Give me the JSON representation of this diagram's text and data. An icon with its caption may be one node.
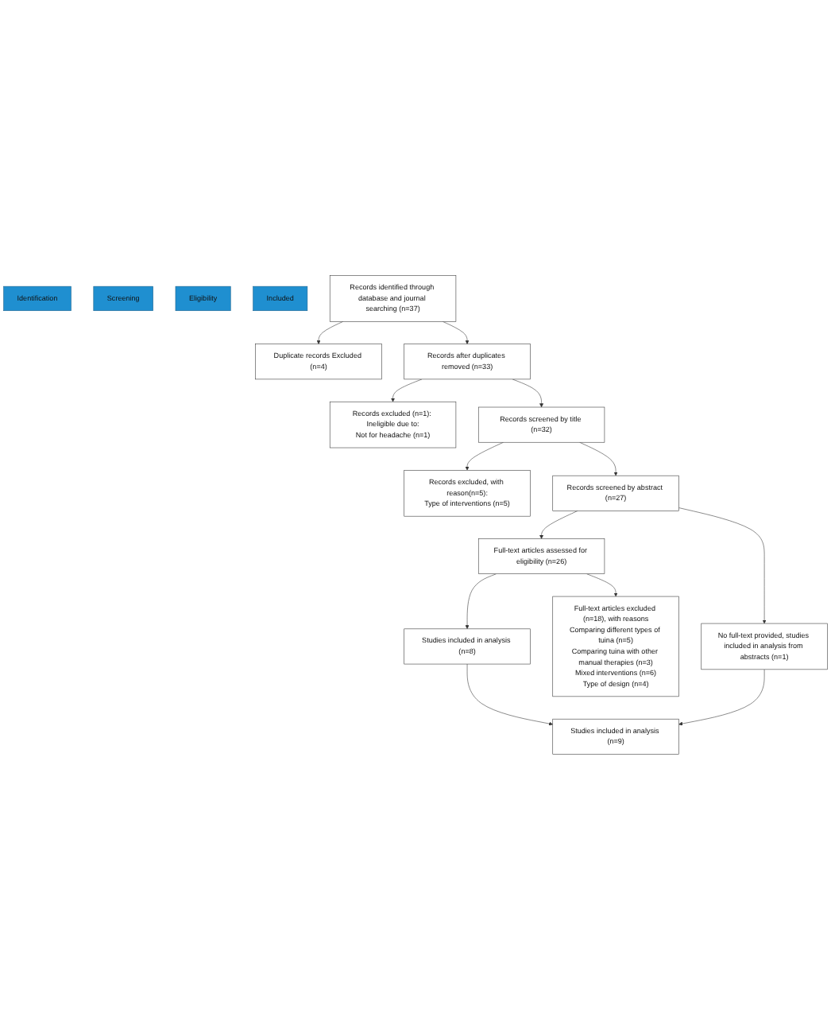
{
  "diagram": {
    "nodes": [
      {
        "text": [
          "Identification"
        ]
      },
      {
        "text": [
          "Screening"
        ]
      },
      {
        "text": [
          "Eligibility"
        ]
      },
      {
        "text": [
          "Included"
        ]
      },
      {
        "text": [
          "Records identified through database and journal searching (n=37)"
        ]
      },
      {
        "text": [
          "Duplicate records Excluded (n=4)"
        ]
      },
      {
        "text": [
          "Records after duplicates removed (n=33)"
        ]
      },
      {
        "text": [
          "Records excluded (n=1): Ineligible due to:",
          "Not for headache (n=1)"
        ]
      },
      {
        "text": [
          "Records screened by title (n=32)"
        ]
      },
      {
        "text": [
          "Records excluded, with reason(n=5):",
          "Type of interventions (n=5)"
        ]
      },
      {
        "text": [
          "Records screened by abstract (n=27)"
        ]
      },
      {
        "text": [
          "No full-text provided, studies included in analysis from abstracts (n=1)"
        ]
      },
      {
        "text": [
          "Full-text articles assessed for eligibility (n=26)"
        ]
      },
      {
        "text": [
          "Full-text articles excluded (n=18), with reasons",
          "Comparing different types of tuina (n=5)",
          "Comparing tuina with other manual therapies (n=3)",
          "Mixed interventions (n=6)",
          "Type of design (n=4)"
        ]
      },
      {
        "text": [
          "Studies included in analysis (n=8)"
        ]
      },
      {
        "text": [
          "Studies included in analysis (n=9)"
        ]
      }
    ],
    "edges": [
      {
        "from": 4,
        "to": 5,
        "arrow": "to"
      },
      {
        "from": 4,
        "to": 6,
        "arrow": "to"
      },
      {
        "from": 6,
        "to": 7,
        "arrow": "to"
      },
      {
        "from": 6,
        "to": 8,
        "arrow": "to"
      },
      {
        "from": 8,
        "to": 9,
        "arrow": "to"
      },
      {
        "from": 8,
        "to": 10,
        "arrow": "to"
      },
      {
        "from": 10,
        "to": 11,
        "arrow": "to"
      },
      {
        "from": 10,
        "to": 12,
        "arrow": "to"
      },
      {
        "from": 12,
        "to": 13,
        "arrow": "to"
      },
      {
        "from": 12,
        "to": 14,
        "arrow": "to"
      },
      {
        "from": 14,
        "to": 15,
        "arrow": "to"
      },
      {
        "from": 11,
        "to": 15,
        "arrow": "to"
      }
    ]
  }
}
